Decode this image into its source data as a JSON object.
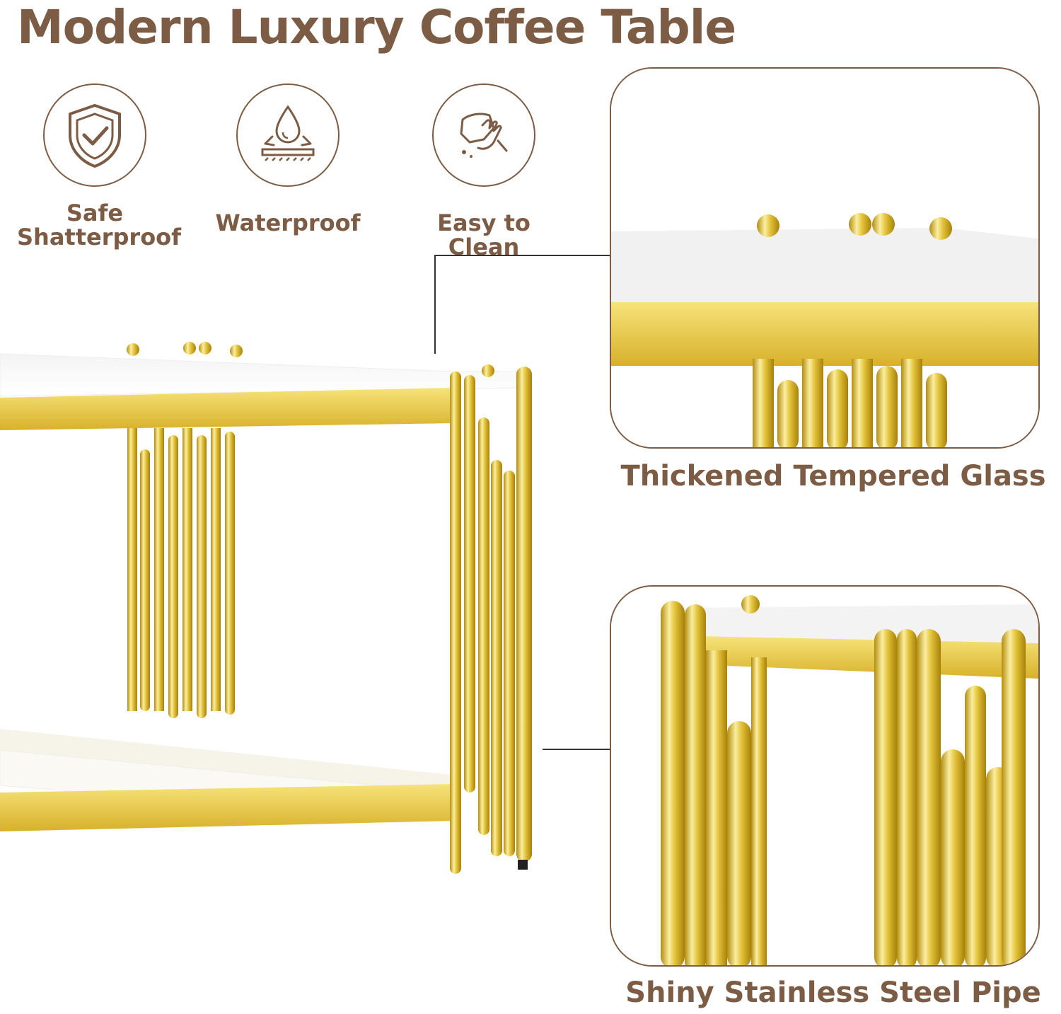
{
  "title": "Modern Luxury Coffee Table",
  "features": [
    {
      "icon": "shield-check-icon",
      "label_line1": "Safe",
      "label_line2": "Shatterproof"
    },
    {
      "icon": "water-drop-icon",
      "label": "Waterproof"
    },
    {
      "icon": "hand-wipe-icon",
      "label": "Easy to Clean"
    }
  ],
  "callouts": [
    {
      "caption": "Thickened Tempered Glass"
    },
    {
      "caption": "Shiny Stainless Steel Pipe"
    }
  ],
  "colors": {
    "brand_brown": "#7c5c45",
    "gold": "#e2c23a",
    "gold_light": "#fbeea0",
    "gold_dark": "#b38d10"
  }
}
